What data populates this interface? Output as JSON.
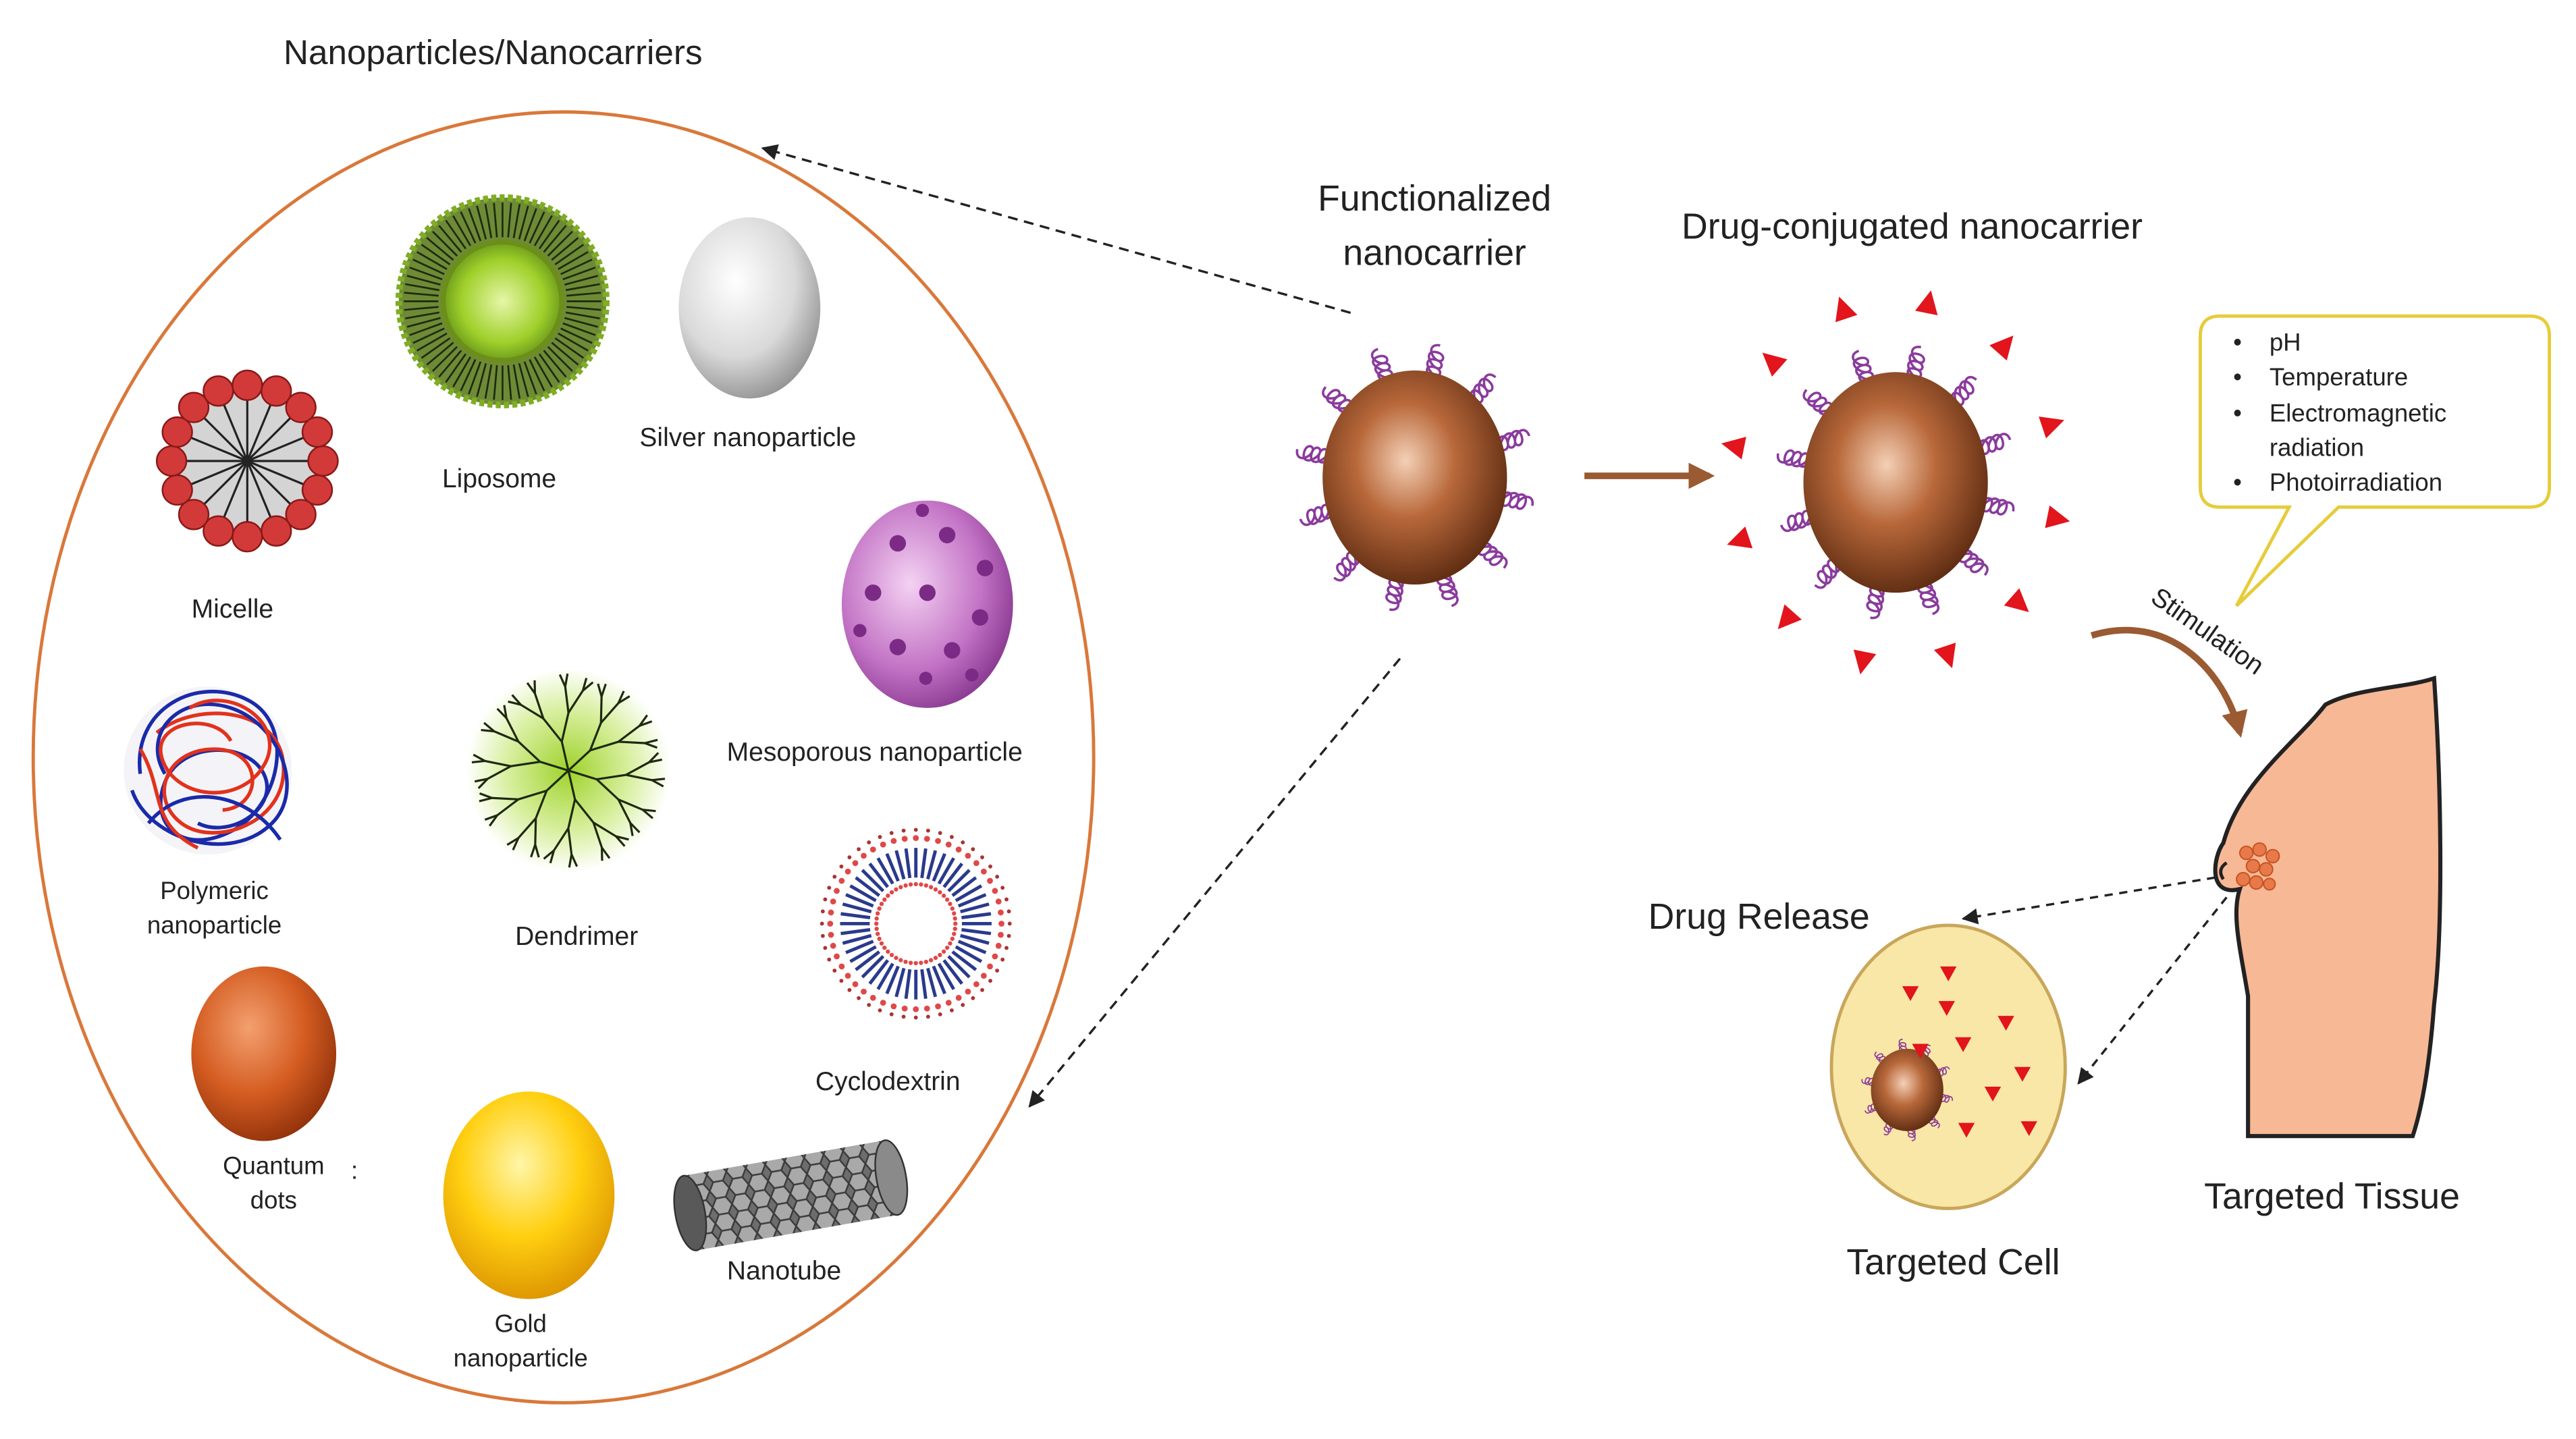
{
  "panel_title": "Nanoparticles/Nanocarriers",
  "particles": {
    "liposome": "Liposome",
    "silver": "Silver nanoparticle",
    "micelle": "Micelle",
    "mesoporous": "Mesoporous nanoparticle",
    "polymeric_line1": "Polymeric",
    "polymeric_line2": "nanoparticle",
    "dendrimer": "Dendrimer",
    "cyclodextrin": "Cyclodextrin",
    "quantum_line1": "Quantum",
    "quantum_line2": "dots",
    "nanotube": "Nanotube",
    "gold_line1": "Gold",
    "gold_line2": "nanoparticle"
  },
  "functionalized": {
    "line1": "Functionalized",
    "line2": "nanocarrier"
  },
  "drug_conjugated": "Drug-conjugated nanocarrier",
  "stimuli": [
    "pH",
    "Temperature",
    "Electromagnetic",
    "radiation",
    "Photoirradiation"
  ],
  "stimulation_label": "Stimulation",
  "drug_release": "Drug Release",
  "targeted_cell": "Targeted Cell",
  "targeted_tissue": "Targeted Tissue",
  "colors": {
    "ellipse_border": "#d9783a",
    "nanocarrier_core": "#8b4a24",
    "ligand": "#8a3b9c",
    "drug": "#e2141c",
    "stimulus_box": "#e6cc3a",
    "arrow": "#9a5a32",
    "tissue": "#f7b896",
    "cell": "#f8e7a6"
  }
}
